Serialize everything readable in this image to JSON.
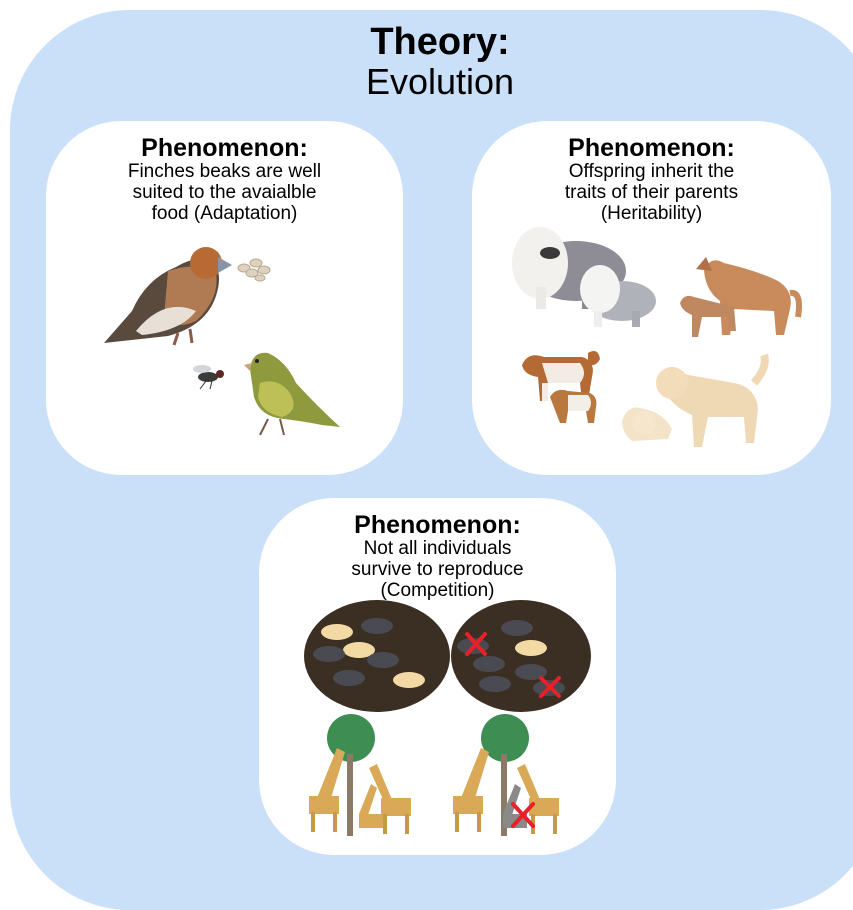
{
  "theory": {
    "label": "Theory:",
    "name": "Evolution"
  },
  "cards": [
    {
      "title": "Phenomenon:",
      "lines": [
        "Finches beaks are well",
        "suited to the avaialble",
        "food (Adaptation)"
      ]
    },
    {
      "title": "Phenomenon:",
      "lines": [
        "Offspring inherit the",
        "traits of their parents",
        "(Heritability)"
      ]
    },
    {
      "title": "Phenomenon:",
      "lines": [
        "Not all individuals",
        "survive to reproduce",
        "(Competition)"
      ]
    }
  ],
  "colors": {
    "background": "#cadff8",
    "card": "#ffffff",
    "cross": "#e8202a"
  },
  "icons": [
    "hawfinch-icon",
    "seeds-icon",
    "fly-icon",
    "greenfinch-icon",
    "sheepdog-icon",
    "dingo-icon",
    "beagle-icon",
    "labrador-icon",
    "mice-dish-icon",
    "giraffes-icon",
    "red-cross-icon"
  ]
}
